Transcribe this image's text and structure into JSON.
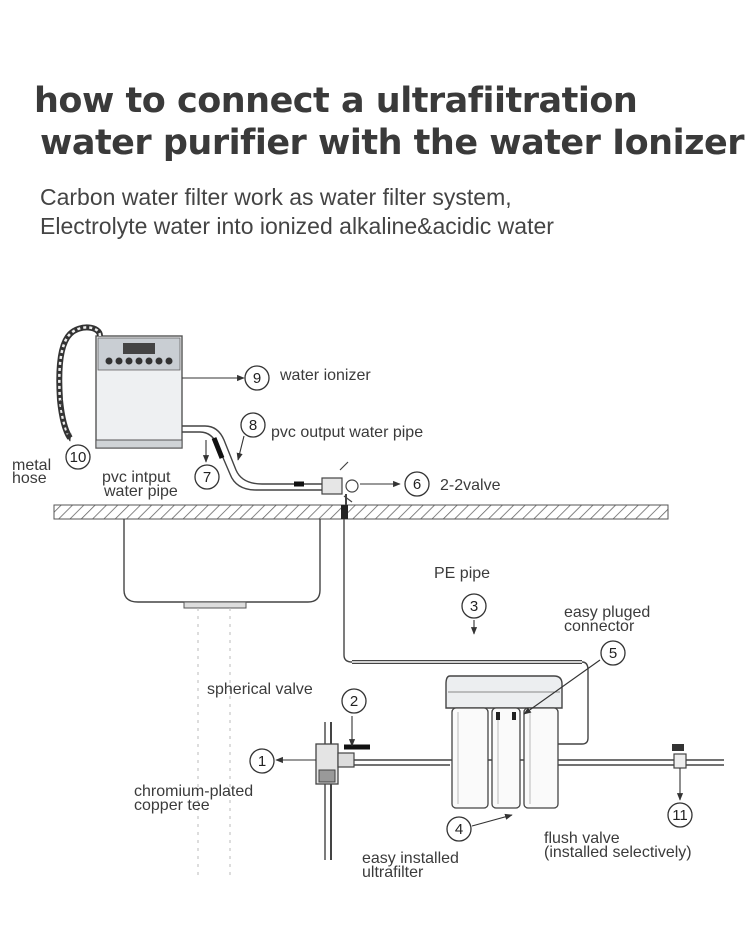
{
  "title": {
    "line1": "how to connect a ultrafiitration",
    "line2": "water purifier with the water Ionizer"
  },
  "subtitle": {
    "line1": "Carbon water filter work as water filter system,",
    "line2": "Electrolyte water into ionized alkaline&acidic water"
  },
  "parts": [
    {
      "num": "1",
      "label": "chromium-plated copper tee",
      "label_lines": [
        "chromium-plated",
        "copper tee"
      ]
    },
    {
      "num": "2",
      "label": "spherical valve",
      "label_lines": [
        "spherical valve"
      ]
    },
    {
      "num": "3",
      "label": "PE pipe",
      "label_lines": [
        "PE pipe"
      ]
    },
    {
      "num": "4",
      "label": "easy installed ultrafilter",
      "label_lines": [
        "easy installed",
        "ultrafilter"
      ]
    },
    {
      "num": "5",
      "label": "easy pluged connector",
      "label_lines": [
        "easy pluged",
        "connector"
      ]
    },
    {
      "num": "6",
      "label": "2-2valve",
      "label_lines": [
        "2-2valve"
      ]
    },
    {
      "num": "7",
      "label": "pvc intput water pipe",
      "label_lines": [
        "pvc intput",
        "water pipe"
      ]
    },
    {
      "num": "8",
      "label": "pvc output water pipe",
      "label_lines": [
        "pvc output water pipe"
      ]
    },
    {
      "num": "9",
      "label": "water ionizer",
      "label_lines": [
        "water ionizer"
      ]
    },
    {
      "num": "10",
      "label": "metal hose",
      "label_lines": [
        "metal",
        "hose"
      ]
    },
    {
      "num": "11",
      "label": "flush valve (installed selectively)",
      "label_lines": [
        "flush valve",
        "(installed selectively)"
      ]
    }
  ]
}
